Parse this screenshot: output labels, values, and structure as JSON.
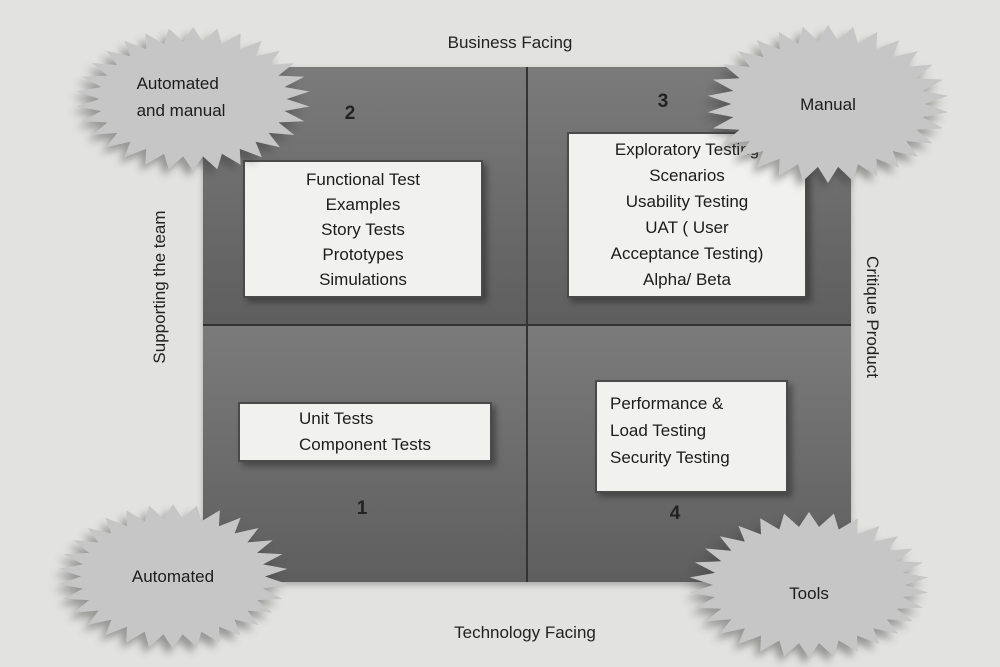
{
  "axis_labels": {
    "top": "Business Facing",
    "bottom": "Technology Facing",
    "left": "Supporting the team",
    "right": "Critique Product"
  },
  "quadrants": [
    {
      "number": "2",
      "position": "top-left",
      "items": [
        "Functional Test",
        "Examples",
        "Story Tests",
        "Prototypes",
        "Simulations"
      ]
    },
    {
      "number": "3",
      "position": "top-right",
      "items": [
        "Exploratory Testing",
        "Scenarios",
        "Usability Testing",
        "UAT ( User",
        "Acceptance Testing)",
        "Alpha/ Beta"
      ]
    },
    {
      "number": "1",
      "position": "bottom-left",
      "items": [
        "Unit Tests",
        "Component Tests"
      ]
    },
    {
      "number": "4",
      "position": "bottom-right",
      "items": [
        "Performance &",
        "Load Testing",
        "Security Testing"
      ]
    }
  ],
  "starbursts": [
    {
      "position": "top-left",
      "label": "Automated\nand manual"
    },
    {
      "position": "top-right",
      "label": "Manual"
    },
    {
      "position": "bottom-left",
      "label": "Automated"
    },
    {
      "position": "bottom-right",
      "label": "Tools"
    }
  ],
  "colors": {
    "page_background": "#e2e2e0",
    "quadrant_top": "#7b7b7b",
    "quadrant_bottom": "#5e5e5e",
    "divider": "#333333",
    "card_background": "#f1f1ef",
    "card_border": "#4a4a4a",
    "starburst": "#c6c6c6",
    "text": "#1f1f1f"
  }
}
